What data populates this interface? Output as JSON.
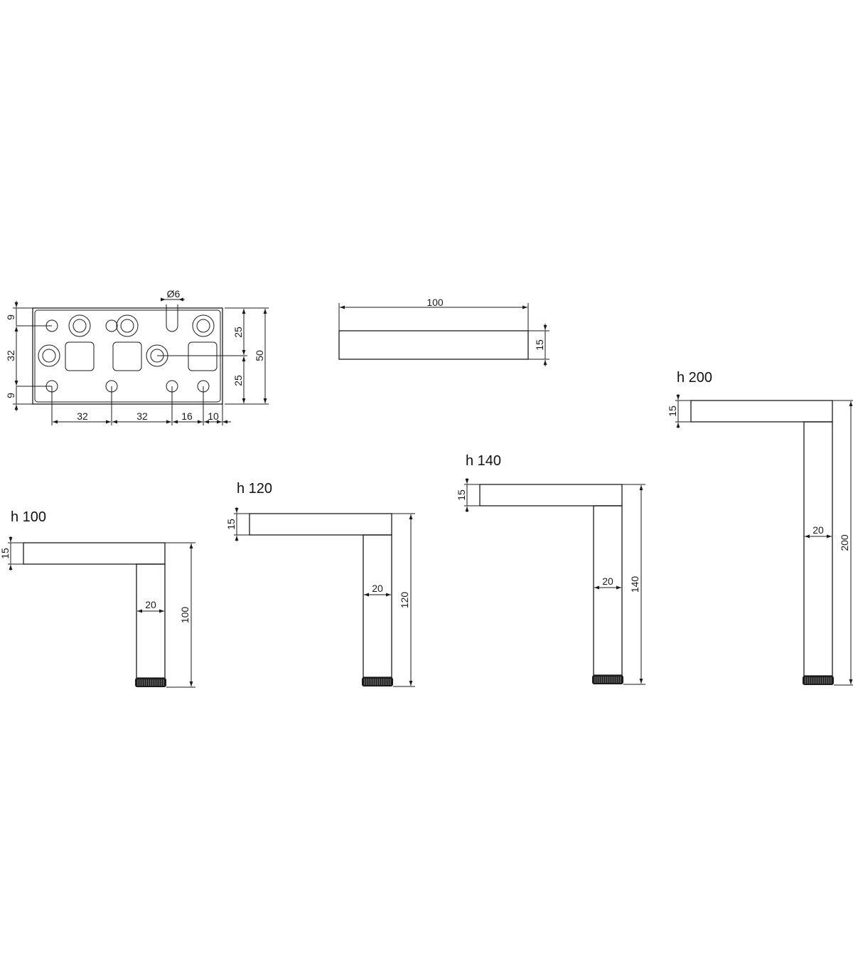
{
  "plate": {
    "diameter_label": "Ø6",
    "left_dims": [
      "9",
      "32",
      "9"
    ],
    "bottom_dims": [
      "32",
      "32",
      "16",
      "10"
    ],
    "right_dims": [
      "25",
      "25"
    ],
    "height_dim": "50"
  },
  "bar": {
    "length_dim": "100",
    "thickness_dim": "15"
  },
  "legs": [
    {
      "label": "h 100",
      "height_dim": "100",
      "width_dim": "20",
      "arm_dim": "15"
    },
    {
      "label": "h 120",
      "height_dim": "120",
      "width_dim": "20",
      "arm_dim": "15"
    },
    {
      "label": "h 140",
      "height_dim": "140",
      "width_dim": "20",
      "arm_dim": "15"
    },
    {
      "label": "h 200",
      "height_dim": "200",
      "width_dim": "20",
      "arm_dim": "15"
    }
  ],
  "colors": {
    "line": "#1a1a1a",
    "background": "#ffffff"
  }
}
